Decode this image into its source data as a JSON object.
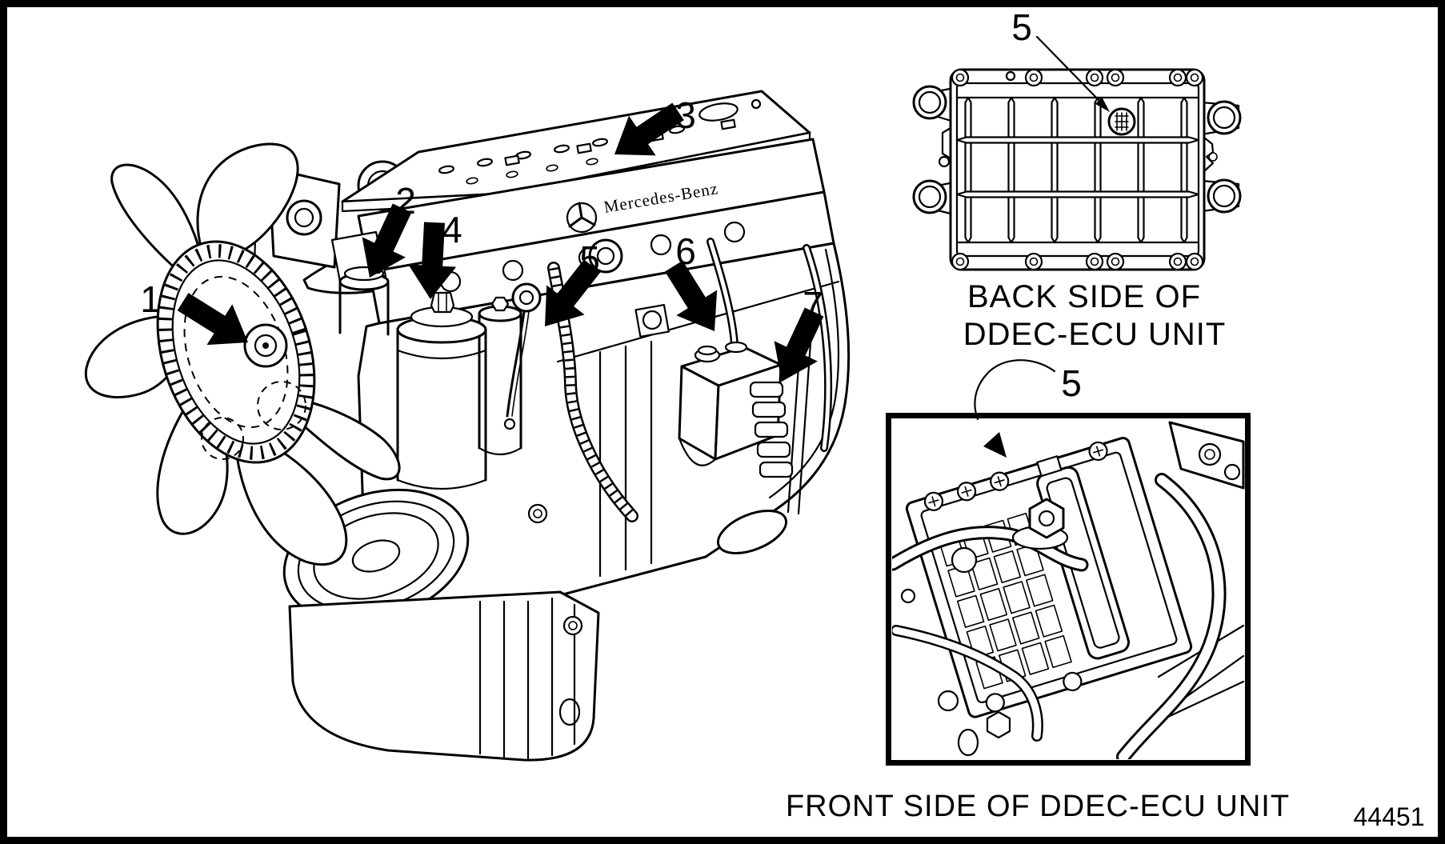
{
  "colors": {
    "ink": "#000000",
    "paper": "#ffffff"
  },
  "figure": {
    "brand": "Mercedes-Benz",
    "part_number": "44451",
    "captions": {
      "back_line1": "BACK SIDE OF",
      "back_line2": "DDEC-ECU UNIT",
      "front": "FRONT SIDE OF DDEC-ECU UNIT"
    },
    "callouts": {
      "engine": [
        {
          "label": "1"
        },
        {
          "label": "2"
        },
        {
          "label": "3"
        },
        {
          "label": "4"
        },
        {
          "label": "5"
        },
        {
          "label": "6"
        },
        {
          "label": "7"
        }
      ],
      "back_view": {
        "label": "5"
      },
      "front_view": {
        "label": "5"
      }
    }
  }
}
